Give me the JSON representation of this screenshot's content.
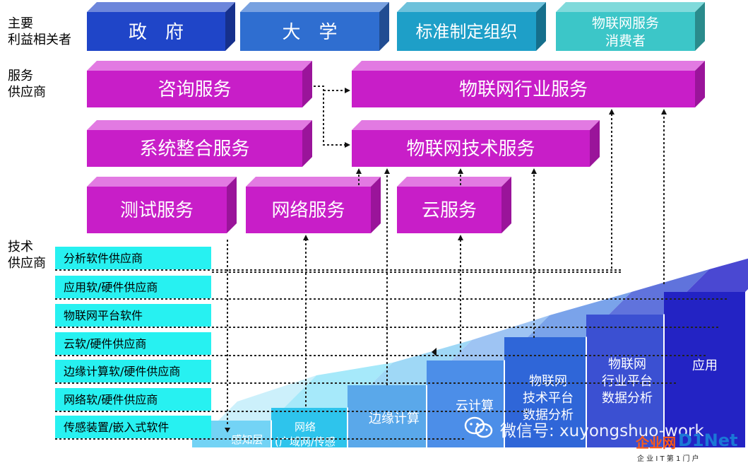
{
  "row_labels": {
    "stakeholders": [
      "主要",
      "利益相关者"
    ],
    "service_providers": [
      "服务",
      "供应商"
    ],
    "tech_providers": [
      "技术",
      "供应商"
    ]
  },
  "stakeholder_boxes": [
    {
      "lines": [
        "政　府"
      ],
      "color": "#1f45c8"
    },
    {
      "lines": [
        "大　学"
      ],
      "color": "#2f6ed0"
    },
    {
      "lines": [
        "标准制定组织"
      ],
      "color": "#1e9fc8"
    },
    {
      "lines": [
        "物联网服务",
        "消费者"
      ],
      "color": "#3cc6c8"
    }
  ],
  "service_boxes": [
    {
      "label": "咨询服务"
    },
    {
      "label": "物联网行业服务"
    },
    {
      "label": "系统整合服务"
    },
    {
      "label": "物联网技术服务"
    },
    {
      "label": "测试服务"
    },
    {
      "label": "网络服务"
    },
    {
      "label": "云服务"
    }
  ],
  "tech_providers": [
    "分析软件供应商",
    "应用软/硬件供应商",
    "物联网平台软件",
    "云软/硬件供应商",
    "边缘计算软/硬件供应商",
    "网络软/硬件供应商",
    "传感装置/嵌入式软件"
  ],
  "layers": [
    {
      "lines": [
        "感知层"
      ]
    },
    {
      "lines": [
        "网络",
        "(广域网/传感"
      ]
    },
    {
      "lines": [
        "边缘计算"
      ]
    },
    {
      "lines": [
        "云计算"
      ]
    },
    {
      "lines": [
        "物联网",
        "技术平台",
        "数据分析"
      ]
    },
    {
      "lines": [
        "物联网",
        "行业平台",
        "数据分析"
      ]
    },
    {
      "lines": [
        "应用"
      ]
    }
  ],
  "watermark": {
    "wechat": "微信号: xuyongshuo-work",
    "brand_cn": "企业网",
    "brand_en": "D1Net",
    "slogan": "企 业 I T 第 1 门 户"
  },
  "colors": {
    "service_magenta": "#c81ec8",
    "service_top": "#e27ae2",
    "service_side": "#9a149a",
    "tech_box": "#27f1f1"
  }
}
